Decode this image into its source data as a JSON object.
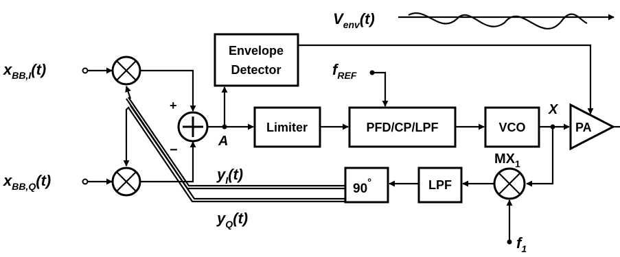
{
  "blocks": {
    "envelope_detector": [
      "Envelope",
      "Detector"
    ],
    "limiter": "Limiter",
    "pfd": "PFD/CP/LPF",
    "vco": "VCO",
    "pa": "PA",
    "lpf": "LPF",
    "phase_shift": "90",
    "phase_unit": "°"
  },
  "signals": {
    "venv": {
      "main": "V",
      "sub": "env",
      "arg": "(t)"
    },
    "xbbi": {
      "main": "x",
      "sub": "BB,I",
      "arg": "(t)"
    },
    "xbbq": {
      "main": "x",
      "sub": "BB,Q",
      "arg": "(t)"
    },
    "fref": {
      "main": "f",
      "sub": "REF"
    },
    "f1": {
      "main": "f",
      "sub": "1"
    },
    "yi": {
      "main": "y",
      "sub": "I",
      "arg": "(t)"
    },
    "yq": {
      "main": "y",
      "sub": "Q",
      "arg": "(t)"
    },
    "mx1": {
      "main": "MX",
      "sub": "1"
    }
  },
  "nodes": {
    "a": "A",
    "x": "X",
    "plus": "+",
    "minus": "−"
  }
}
